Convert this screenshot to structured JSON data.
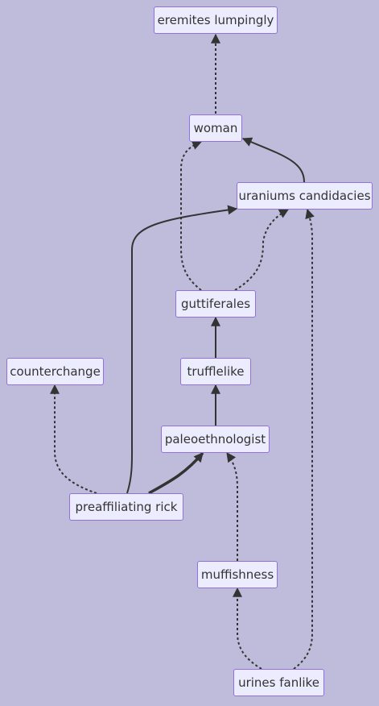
{
  "nodes": {
    "eremites_lumpingly": "eremites lumpingly",
    "woman": "woman",
    "uraniums_candidacies": "uraniums candidacies",
    "guttiferales": "guttiferales",
    "counterchange": "counterchange",
    "trufflelike": "trufflelike",
    "paleoethnologist": "paleoethnologist",
    "preaffiliating_rick": "preaffiliating rick",
    "muffishness": "muffishness",
    "urines_fanlike": "urines fanlike"
  },
  "edges": [
    {
      "from": "woman",
      "to": "eremites_lumpingly",
      "style": "dotted"
    },
    {
      "from": "uraniums_candidacies",
      "to": "woman",
      "style": "solid"
    },
    {
      "from": "guttiferales",
      "to": "woman",
      "style": "dotted"
    },
    {
      "from": "guttiferales",
      "to": "uraniums_candidacies",
      "style": "dotted"
    },
    {
      "from": "preaffiliating_rick",
      "to": "uraniums_candidacies",
      "style": "solid"
    },
    {
      "from": "trufflelike",
      "to": "guttiferales",
      "style": "solid"
    },
    {
      "from": "paleoethnologist",
      "to": "trufflelike",
      "style": "solid"
    },
    {
      "from": "preaffiliating_rick",
      "to": "counterchange",
      "style": "dotted"
    },
    {
      "from": "preaffiliating_rick",
      "to": "paleoethnologist",
      "style": "thick"
    },
    {
      "from": "muffishness",
      "to": "paleoethnologist",
      "style": "dotted"
    },
    {
      "from": "urines_fanlike",
      "to": "muffishness",
      "style": "dotted"
    },
    {
      "from": "urines_fanlike",
      "to": "uraniums_candidacies",
      "style": "dotted"
    }
  ],
  "colors": {
    "background": "#bfbcdb",
    "node_fill": "#ececff",
    "node_border": "#9370db",
    "edge": "#333333",
    "text": "#333333"
  }
}
